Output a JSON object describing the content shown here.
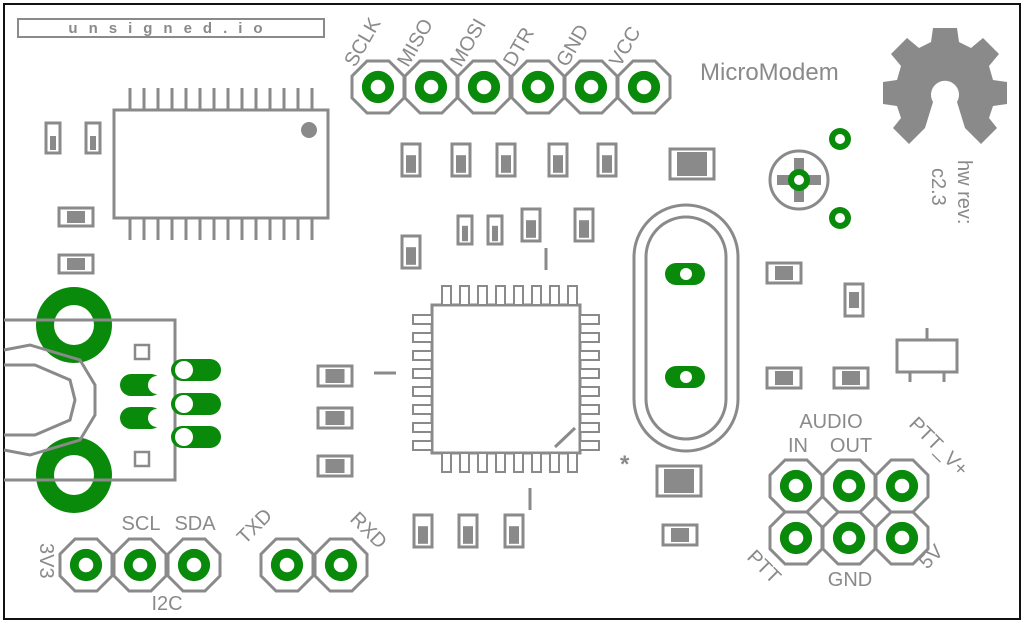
{
  "board": {
    "brand": "unsigned.io",
    "title": "MicroModem",
    "hw_rev_line1": "hw rev:",
    "hw_rev_line2": "c2.3",
    "accent_copper": "#0a8a0a",
    "silkscreen_color": "#8a8a8a"
  },
  "isp_header": {
    "labels": [
      "SCLK",
      "MISO",
      "MOSI",
      "DTR",
      "GND",
      "VCC"
    ]
  },
  "i2c_header": {
    "labels": [
      "3V3",
      "SCL",
      "SDA"
    ],
    "group_label": "I2C"
  },
  "serial_header": {
    "labels": [
      "TXD",
      "RXD"
    ]
  },
  "audio_header": {
    "label_audio": "AUDIO",
    "label_in": "IN",
    "label_out": "OUT",
    "label_ptt_v": "PTT_V+",
    "label_ptt": "PTT",
    "label_gnd": "GND",
    "label_5v": "5V"
  },
  "markers": {
    "asterisk": "*"
  },
  "icons": [
    "open-hardware-gear-icon"
  ]
}
